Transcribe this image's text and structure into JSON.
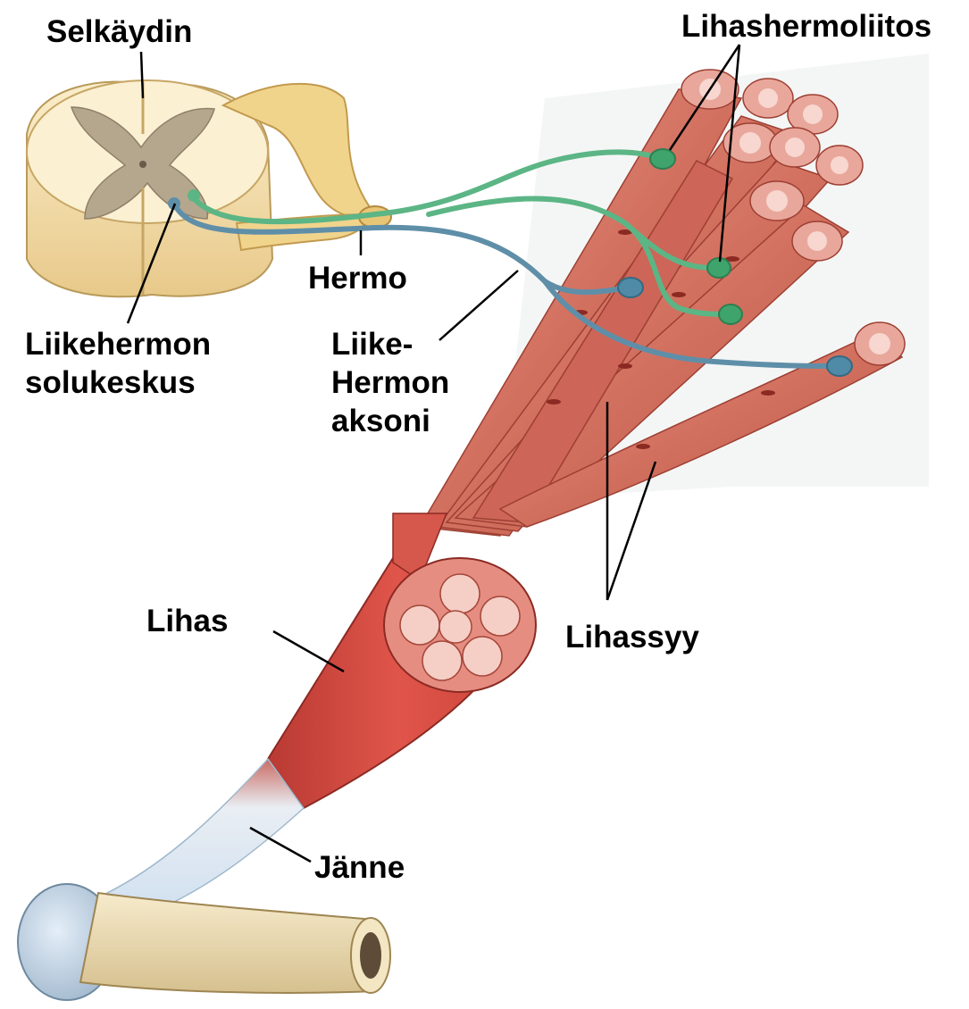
{
  "labels": {
    "spinal_cord": "Selkäydin",
    "neuromuscular_junction": "Lihashermoliitos",
    "nerve": "Hermo",
    "motor_neuron_cell_body": [
      "Liikehermon",
      "solukeskus"
    ],
    "motor_neuron_axon": [
      "Liike-",
      "Hermon",
      "aksoni"
    ],
    "muscle": "Lihas",
    "muscle_fiber": "Lihassyy",
    "tendon": "Jänne"
  },
  "colors": {
    "muscle_red": "#c9473e",
    "fiber_pink": "#d97b6e",
    "spinal_cream": "#f2dba4",
    "gray_matter": "#b5a68e",
    "motor_green": "#5cb585",
    "motor_blue": "#5f8fa8",
    "tendon_blue": "#d8e8f2",
    "bone": "#ecdcb4"
  }
}
